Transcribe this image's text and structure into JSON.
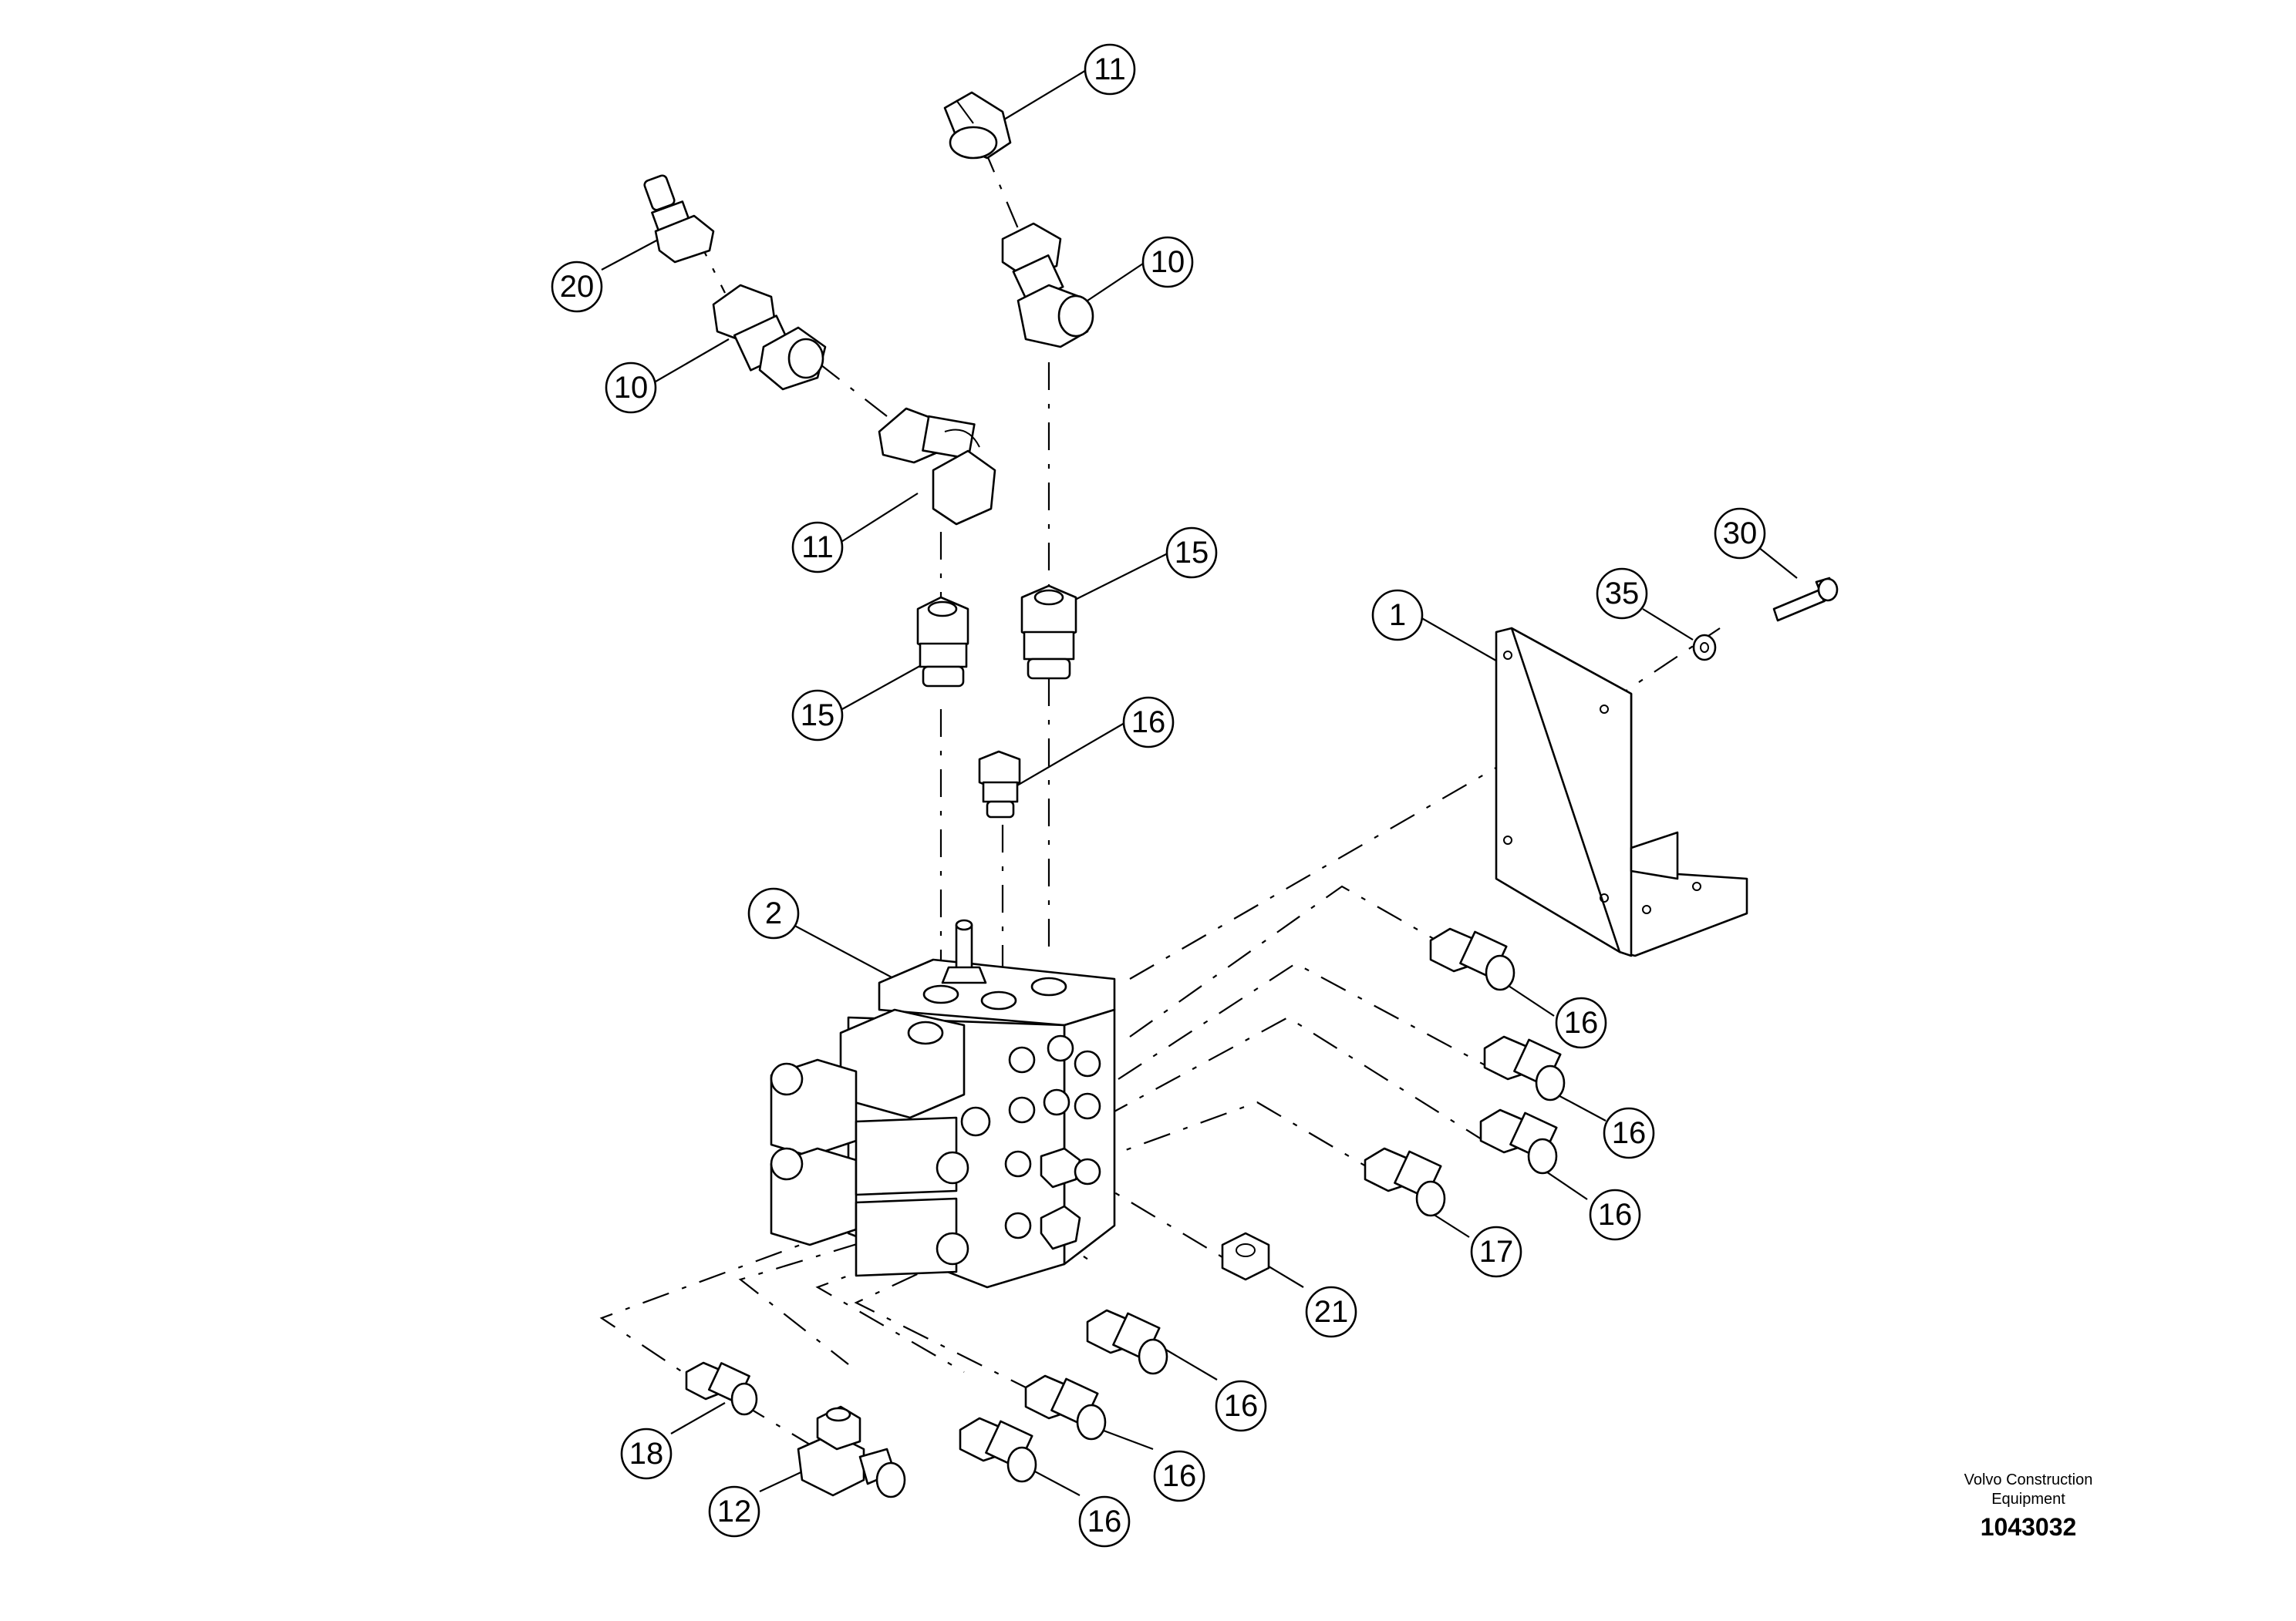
{
  "diagram": {
    "callouts": [
      {
        "id": "c-11-top",
        "label": "11"
      },
      {
        "id": "c-10-right",
        "label": "10"
      },
      {
        "id": "c-20",
        "label": "20"
      },
      {
        "id": "c-10-left",
        "label": "10"
      },
      {
        "id": "c-11-left",
        "label": "11"
      },
      {
        "id": "c-15-right",
        "label": "15"
      },
      {
        "id": "c-15-left",
        "label": "15"
      },
      {
        "id": "c-16-top",
        "label": "16"
      },
      {
        "id": "c-30",
        "label": "30"
      },
      {
        "id": "c-35",
        "label": "35"
      },
      {
        "id": "c-1",
        "label": "1"
      },
      {
        "id": "c-2",
        "label": "2"
      },
      {
        "id": "c-16-r1",
        "label": "16"
      },
      {
        "id": "c-16-r2",
        "label": "16"
      },
      {
        "id": "c-16-r3",
        "label": "16"
      },
      {
        "id": "c-17",
        "label": "17"
      },
      {
        "id": "c-21",
        "label": "21"
      },
      {
        "id": "c-16-b1",
        "label": "16"
      },
      {
        "id": "c-16-b2",
        "label": "16"
      },
      {
        "id": "c-16-b3",
        "label": "16"
      },
      {
        "id": "c-18",
        "label": "18"
      },
      {
        "id": "c-12",
        "label": "12"
      }
    ]
  },
  "footer": {
    "brand_line1": "Volvo Construction",
    "brand_line2": "Equipment",
    "doc_number": "1043032"
  }
}
